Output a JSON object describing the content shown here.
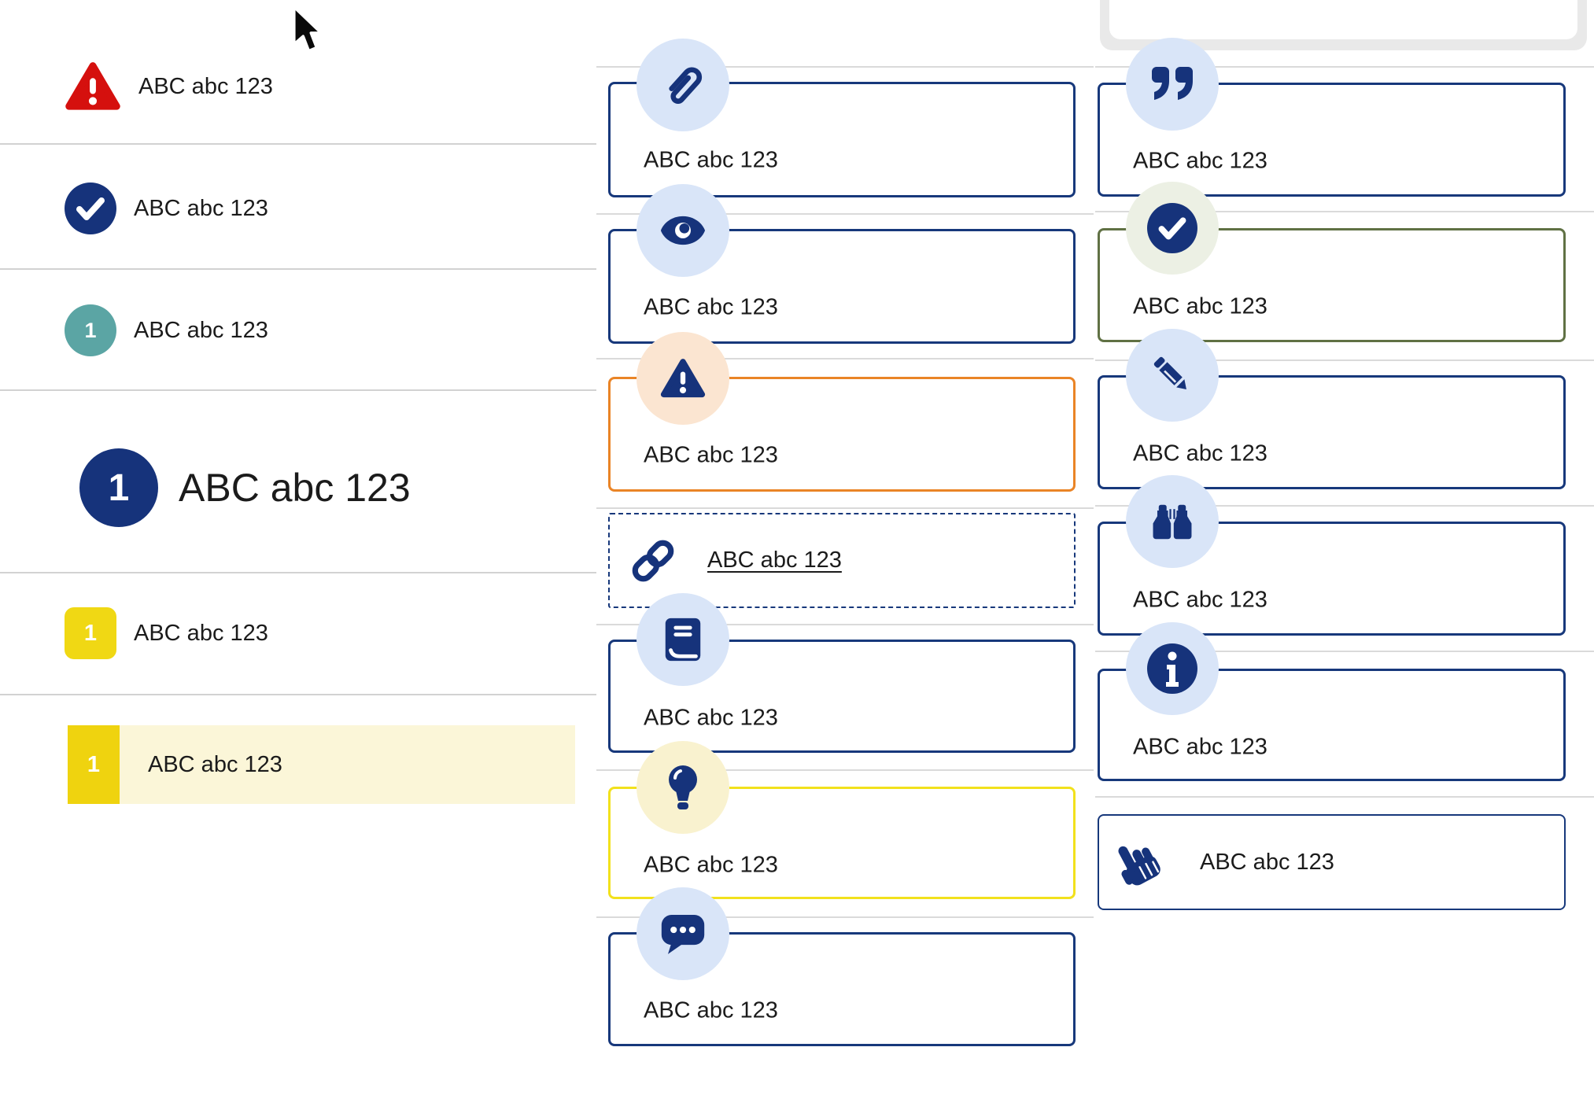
{
  "colors": {
    "navy": "#17387b",
    "red": "#d5100e",
    "teal": "#5ba5a4",
    "yellow": "#f0d814",
    "yellow_border": "#f2e11c",
    "orange": "#ea8426",
    "olive": "#607144",
    "light_blue_badge": "#d9e5f8",
    "peach_badge": "#fbe5d1",
    "pale_yellow_badge": "#f9f2cf",
    "pale_green_badge": "#ecf0e4",
    "row_highlight": "#fbf6d8",
    "divider": "#d2d2d2",
    "text": "#1b1b1b"
  },
  "left_list": {
    "items": [
      {
        "icon": "alert-triangle-icon",
        "label": "ABC abc 123"
      },
      {
        "icon": "check-circle-icon",
        "label": "ABC abc 123"
      },
      {
        "icon": "number-badge-teal",
        "number": "1",
        "label": "ABC abc 123"
      },
      {
        "icon": "number-badge-navy-large",
        "number": "1",
        "label": "ABC abc 123"
      },
      {
        "icon": "number-badge-yellow",
        "number": "1",
        "label": "ABC abc 123"
      },
      {
        "icon": "number-badge-yellow-highlighted",
        "number": "1",
        "label": "ABC abc 123",
        "highlighted": true
      }
    ]
  },
  "middle_callouts": [
    {
      "icon": "paperclip-icon",
      "label": "ABC abc 123",
      "style": "navy"
    },
    {
      "icon": "eye-icon",
      "label": "ABC abc 123",
      "style": "navy"
    },
    {
      "icon": "alert-icon",
      "label": "ABC abc 123",
      "style": "orange"
    },
    {
      "icon": "link-icon",
      "label": "ABC abc 123",
      "style": "dashed-link"
    },
    {
      "icon": "book-icon",
      "label": "ABC abc 123",
      "style": "navy"
    },
    {
      "icon": "lightbulb-icon",
      "label": "ABC abc 123",
      "style": "yellow"
    },
    {
      "icon": "chat-icon",
      "label": "ABC abc 123",
      "style": "navy"
    }
  ],
  "right_callouts": [
    {
      "icon": "quote-icon",
      "label": "ABC abc 123",
      "style": "navy"
    },
    {
      "icon": "check-icon",
      "label": "ABC abc 123",
      "style": "olive"
    },
    {
      "icon": "pencil-icon",
      "label": "ABC abc 123",
      "style": "navy"
    },
    {
      "icon": "binoculars-icon",
      "label": "ABC abc 123",
      "style": "navy"
    },
    {
      "icon": "info-icon",
      "label": "ABC abc 123",
      "style": "navy"
    },
    {
      "icon": "hand-pointer-icon",
      "label": "ABC abc 123",
      "style": "navy-thin"
    }
  ]
}
